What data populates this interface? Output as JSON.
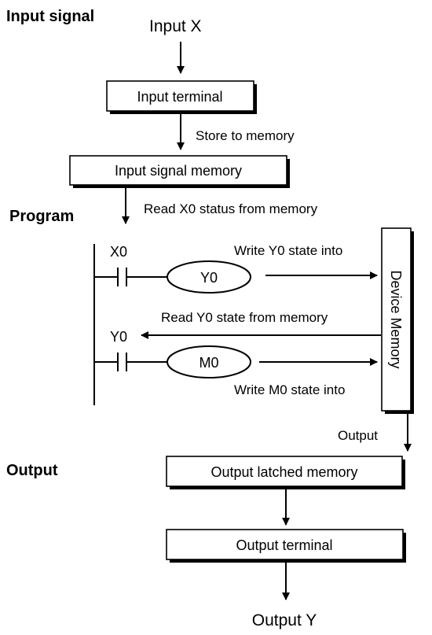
{
  "sections": {
    "input": "Input signal",
    "program": "Program",
    "output": "Output"
  },
  "nodes": {
    "input_x": "Input X",
    "input_terminal": "Input terminal",
    "input_signal_memory": "Input signal memory",
    "output_latched_memory": "Output latched memory",
    "output_terminal": "Output terminal",
    "output_y": "Output Y",
    "device_memory": "Device Memory"
  },
  "edge_labels": {
    "store_to_memory": "Store to  memory",
    "read_x0_status": "Read X0 status from memory",
    "write_y0": "Write Y0 state into",
    "read_y0": "Read Y0 state from memory",
    "write_m0": "Write M0 state into",
    "output": "Output"
  },
  "ladder": {
    "contact_x0": "X0",
    "coil_y0": "Y0",
    "contact_y0": "Y0",
    "coil_m0": "M0"
  }
}
